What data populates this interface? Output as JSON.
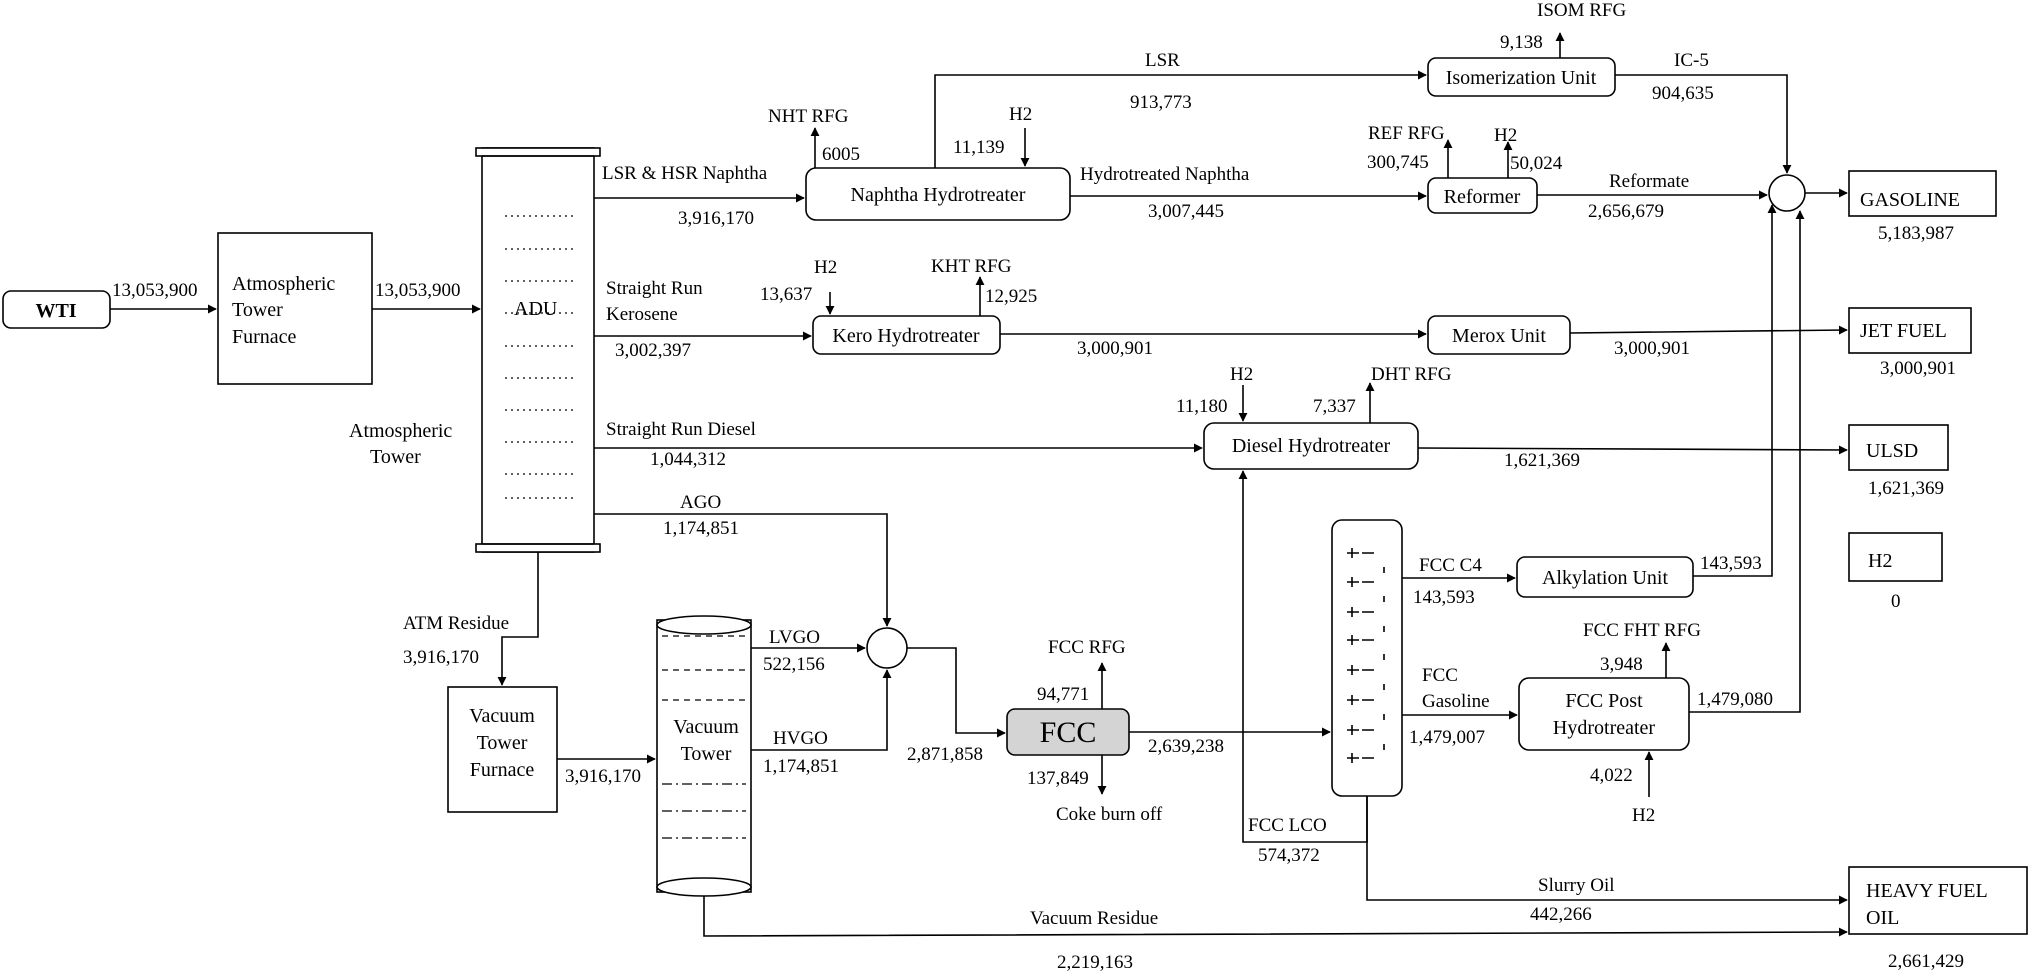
{
  "units": {
    "wti": "WTI",
    "atm_furnace": [
      "Atmospheric",
      "Tower",
      "Furnace"
    ],
    "adu": "ADU",
    "atm_tower": [
      "Atmospheric",
      "Tower"
    ],
    "vac_furnace": [
      "Vacuum",
      "Tower",
      "Furnace"
    ],
    "vac_tower": [
      "Vacuum",
      "Tower"
    ],
    "nht": "Naphtha Hydrotreater",
    "kht": "Kero Hydrotreater",
    "iso": "Isomerization Unit",
    "reformer": "Reformer",
    "merox": "Merox Unit",
    "dht": "Diesel Hydrotreater",
    "alky": "Alkylation Unit",
    "fcc": "FCC",
    "fcc_post": [
      "FCC Post",
      "Hydrotreater"
    ]
  },
  "products": {
    "gasoline": {
      "label": "GASOLINE",
      "value": "5,183,987"
    },
    "jet": {
      "label": "JET FUEL",
      "value": "3,000,901"
    },
    "ulsd": {
      "label": "ULSD",
      "value": "1,621,369"
    },
    "h2": {
      "label": "H2",
      "value": "0"
    },
    "hfo": {
      "label": [
        "HEAVY FUEL",
        "OIL"
      ],
      "value": "2,661,429"
    }
  },
  "streams": {
    "wti_feed": "13,053,900",
    "furnace_out": "13,053,900",
    "lsr_hsr_label": "LSR & HSR Naphtha",
    "lsr_hsr_value": "3,916,170",
    "nht_rfg_label": "NHT RFG",
    "nht_rfg_value": "6005",
    "nht_h2_label": "H2",
    "nht_h2_value": "11,139",
    "lsr_label": "LSR",
    "lsr_value": "913,773",
    "iso_rfg_label": "ISOM RFG",
    "iso_rfg_value": "9,138",
    "ic5_label": "IC-5",
    "ic5_value": "904,635",
    "hyd_naphtha_label": "Hydrotreated Naphtha",
    "hyd_naphtha_value": "3,007,445",
    "ref_rfg_label": "REF RFG",
    "ref_rfg_value": "300,745",
    "ref_h2_label": "H2",
    "ref_h2_value": "50,024",
    "reformate_label": "Reformate",
    "reformate_value": "2,656,679",
    "sr_kero_label": [
      "Straight Run",
      "Kerosene"
    ],
    "sr_kero_value": "3,002,397",
    "kht_h2_label": "H2",
    "kht_h2_value": "13,637",
    "kht_rfg_label": "KHT RFG",
    "kht_rfg_value": "12,925",
    "kht_out_value": "3,000,901",
    "merox_out_value": "3,000,901",
    "sr_diesel_label": "Straight Run Diesel",
    "sr_diesel_value": "1,044,312",
    "dht_h2_label": "H2",
    "dht_h2_value": "11,180",
    "dht_rfg_label": "DHT RFG",
    "dht_rfg_value": "7,337",
    "dht_out_value": "1,621,369",
    "ago_label": "AGO",
    "ago_value": "1,174,851",
    "atm_residue_label": "ATM Residue",
    "atm_residue_value": "3,916,170",
    "vac_feed_value": "3,916,170",
    "lvgo_label": "LVGO",
    "lvgo_value": "522,156",
    "hvgo_label": "HVGO",
    "hvgo_value": "1,174,851",
    "fcc_feed_value": "2,871,858",
    "fcc_rfg_label": "FCC RFG",
    "fcc_rfg_value": "94,771",
    "coke_label": "Coke burn off",
    "coke_value": "137,849",
    "fcc_out_value": "2,639,238",
    "fcc_c4_label": "FCC C4",
    "fcc_c4_value": "143,593",
    "alky_out_value": "143,593",
    "fcc_gasoline_label": [
      "FCC",
      "Gasoline"
    ],
    "fcc_gasoline_value": "1,479,007",
    "fcc_fht_rfg_label": "FCC FHT RFG",
    "fcc_fht_rfg_value": "3,948",
    "fcc_post_h2_label": "H2",
    "fcc_post_h2_value": "4,022",
    "fcc_post_out_value": "1,479,080",
    "fcc_lco_label": "FCC LCO",
    "fcc_lco_value": "574,372",
    "slurry_label": "Slurry Oil",
    "slurry_value": "442,266",
    "vac_residue_label": "Vacuum Residue",
    "vac_residue_value": "2,219,163"
  }
}
